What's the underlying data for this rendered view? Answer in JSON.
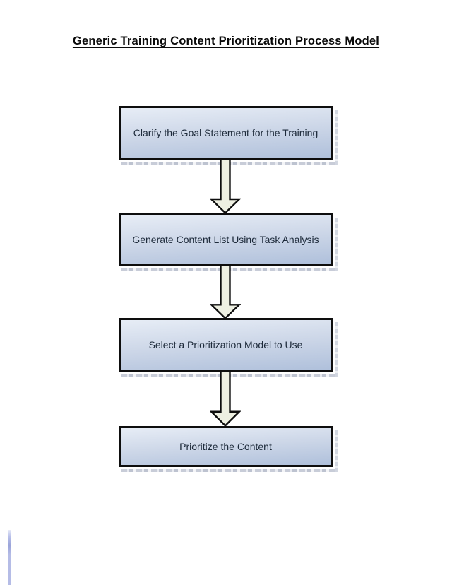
{
  "title": {
    "text": "Generic Training Content Prioritization Process Model"
  },
  "flowchart": {
    "boxes": [
      {
        "label": "Clarify the Goal Statement for the Training"
      },
      {
        "label": "Generate Content List Using Task Analysis"
      },
      {
        "label": "Select a Prioritization Model to Use"
      },
      {
        "label": "Prioritize the Content"
      }
    ],
    "connectors": {
      "count": 3,
      "type": "block-arrow-down"
    },
    "colors": {
      "box_fill_top": "#e7edf6",
      "box_fill_bottom": "#afc0db",
      "box_border": "#0e0e0e",
      "box_text": "#1d2a3a",
      "arrow_fill": "#eef0e2",
      "arrow_outline": "#0e0e0e",
      "shadow": "#c2c7d4",
      "left_margin_line": "#9aa4d9",
      "page_background": "#ffffff"
    }
  }
}
